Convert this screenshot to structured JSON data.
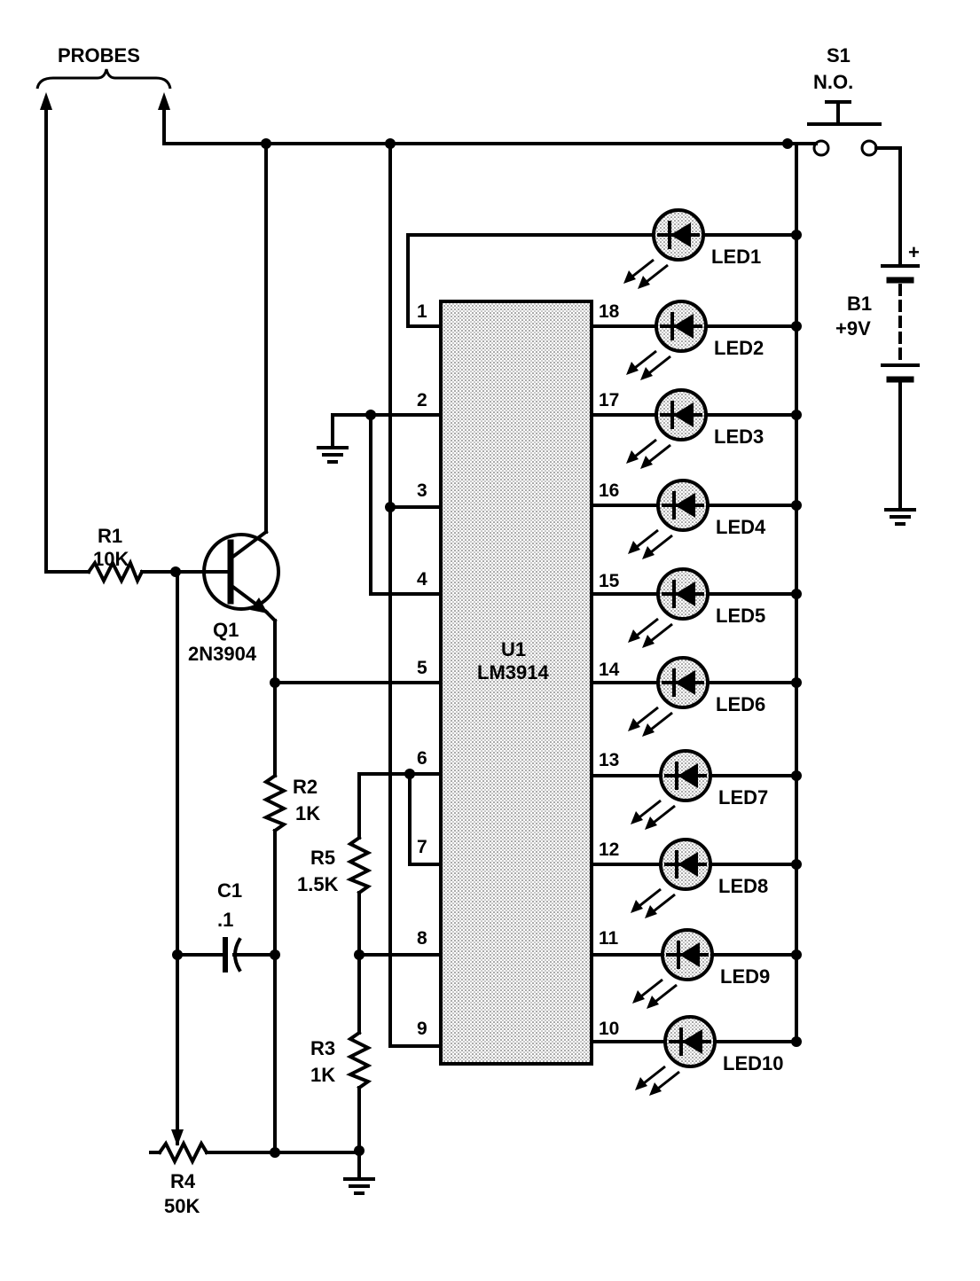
{
  "probes": {
    "label": "PROBES"
  },
  "switch": {
    "ref": "S1",
    "type": "N.O."
  },
  "battery": {
    "ref": "B1",
    "value": "+9V",
    "plus": "+"
  },
  "ic": {
    "ref": "U1",
    "part": "LM3914"
  },
  "transistor": {
    "ref": "Q1",
    "part": "2N3904"
  },
  "resistors": {
    "r1": {
      "ref": "R1",
      "value": "10K"
    },
    "r2": {
      "ref": "R2",
      "value": "1K"
    },
    "r3": {
      "ref": "R3",
      "value": "1K"
    },
    "r4": {
      "ref": "R4",
      "value": "50K"
    },
    "r5": {
      "ref": "R5",
      "value": "1.5K"
    }
  },
  "capacitor": {
    "ref": "C1",
    "value": ".1"
  },
  "left_pins": [
    "1",
    "2",
    "3",
    "4",
    "5",
    "6",
    "7",
    "8",
    "9"
  ],
  "right_pins": [
    "18",
    "17",
    "16",
    "15",
    "14",
    "13",
    "12",
    "11",
    "10"
  ],
  "leds": [
    "LED1",
    "LED2",
    "LED3",
    "LED4",
    "LED5",
    "LED6",
    "LED7",
    "LED8",
    "LED9",
    "LED10"
  ]
}
